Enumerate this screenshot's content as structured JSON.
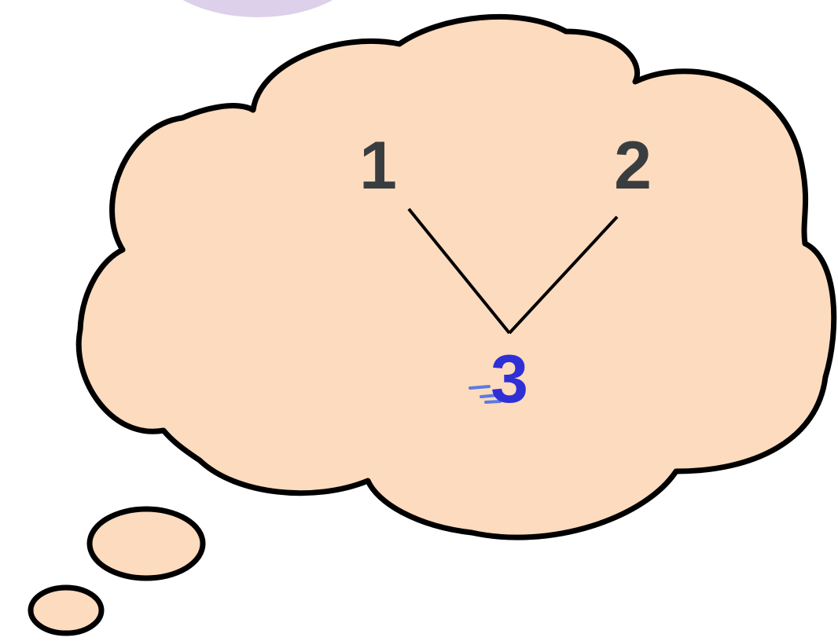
{
  "numbers": {
    "left": "1",
    "right": "2",
    "sum": "3"
  },
  "colors": {
    "cloud_fill": "#fddbbe",
    "outline": "#000000",
    "number_gray": "#3a3d40",
    "number_blue": "#2f2fd6",
    "circle_purple": "#ddd0ea"
  }
}
